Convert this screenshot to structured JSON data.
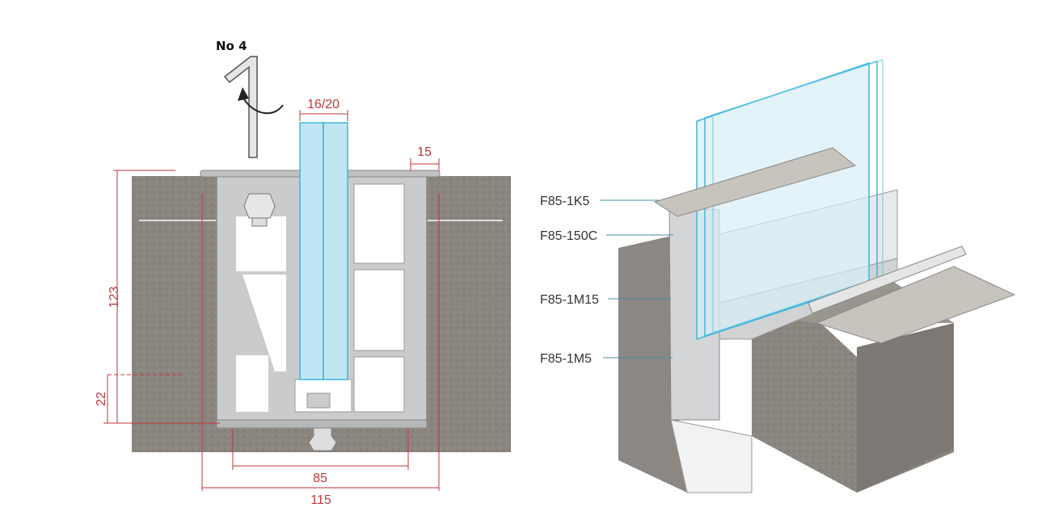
{
  "section_view": {
    "tool_label": "No 4",
    "dimensions": {
      "glass_thickness": "16/20",
      "cover_overhang": "15",
      "total_height": "123",
      "base_height": "22",
      "inner_width": "85",
      "outer_width": "115"
    }
  },
  "isometric_view": {
    "part_labels": [
      "F85-1K5",
      "F85-150C",
      "F85-1M15",
      "F85-1M5"
    ]
  },
  "colors": {
    "dimension": "#c2363a",
    "concrete": "#8a857f",
    "aluminium": "#c9cbcd",
    "glass": "#bfe6f2",
    "glass_edge": "#3fb6dc",
    "leader": "#4a8fa3"
  }
}
